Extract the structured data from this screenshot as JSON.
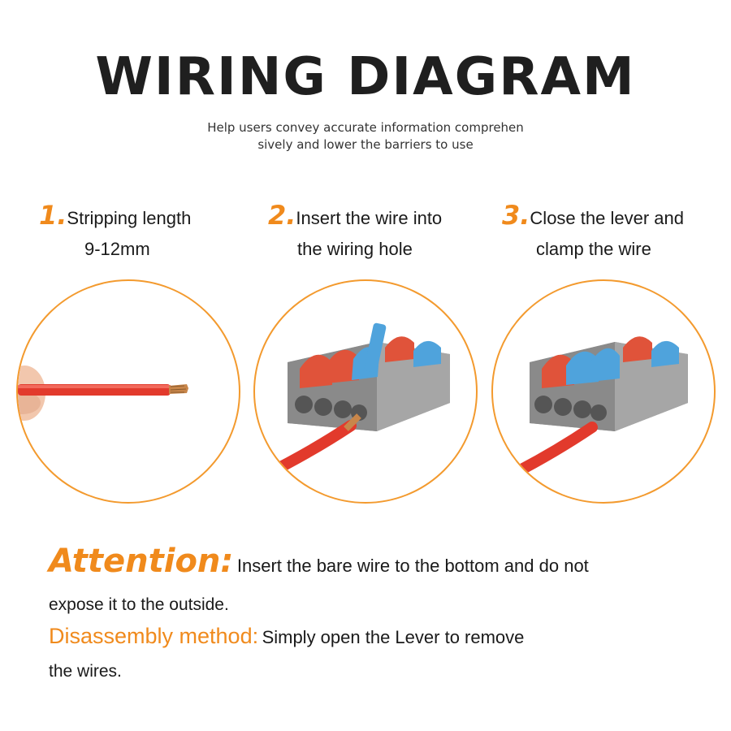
{
  "header": {
    "title": "WIRING DIAGRAM",
    "subtitle_line1": "Help users convey accurate information comprehen",
    "subtitle_line2": "sively and lower the barriers to use"
  },
  "steps": [
    {
      "number": "1.",
      "line1": "Stripping length",
      "line2": "9-12mm"
    },
    {
      "number": "2.",
      "line1": "Insert the wire into",
      "line2": "the wiring hole"
    },
    {
      "number": "3.",
      "line1": "Close the lever and",
      "line2": "clamp the wire"
    }
  ],
  "attention": {
    "heading": "Attention:",
    "text_line1": "Insert the bare wire to the bottom and do not",
    "text_line2": "expose it to the outside."
  },
  "disassembly": {
    "heading": "Disassembly method:",
    "text_line1": "Simply open the Lever to remove",
    "text_line2": "the wires."
  },
  "colors": {
    "accent": "#f08a1c",
    "circle_border": "#f39a2e",
    "connector_body": "#8e8e8e",
    "lever_red": "#e0533a",
    "lever_blue": "#4fa3dc",
    "wire_red": "#e23a2c",
    "copper": "#c8864a"
  }
}
